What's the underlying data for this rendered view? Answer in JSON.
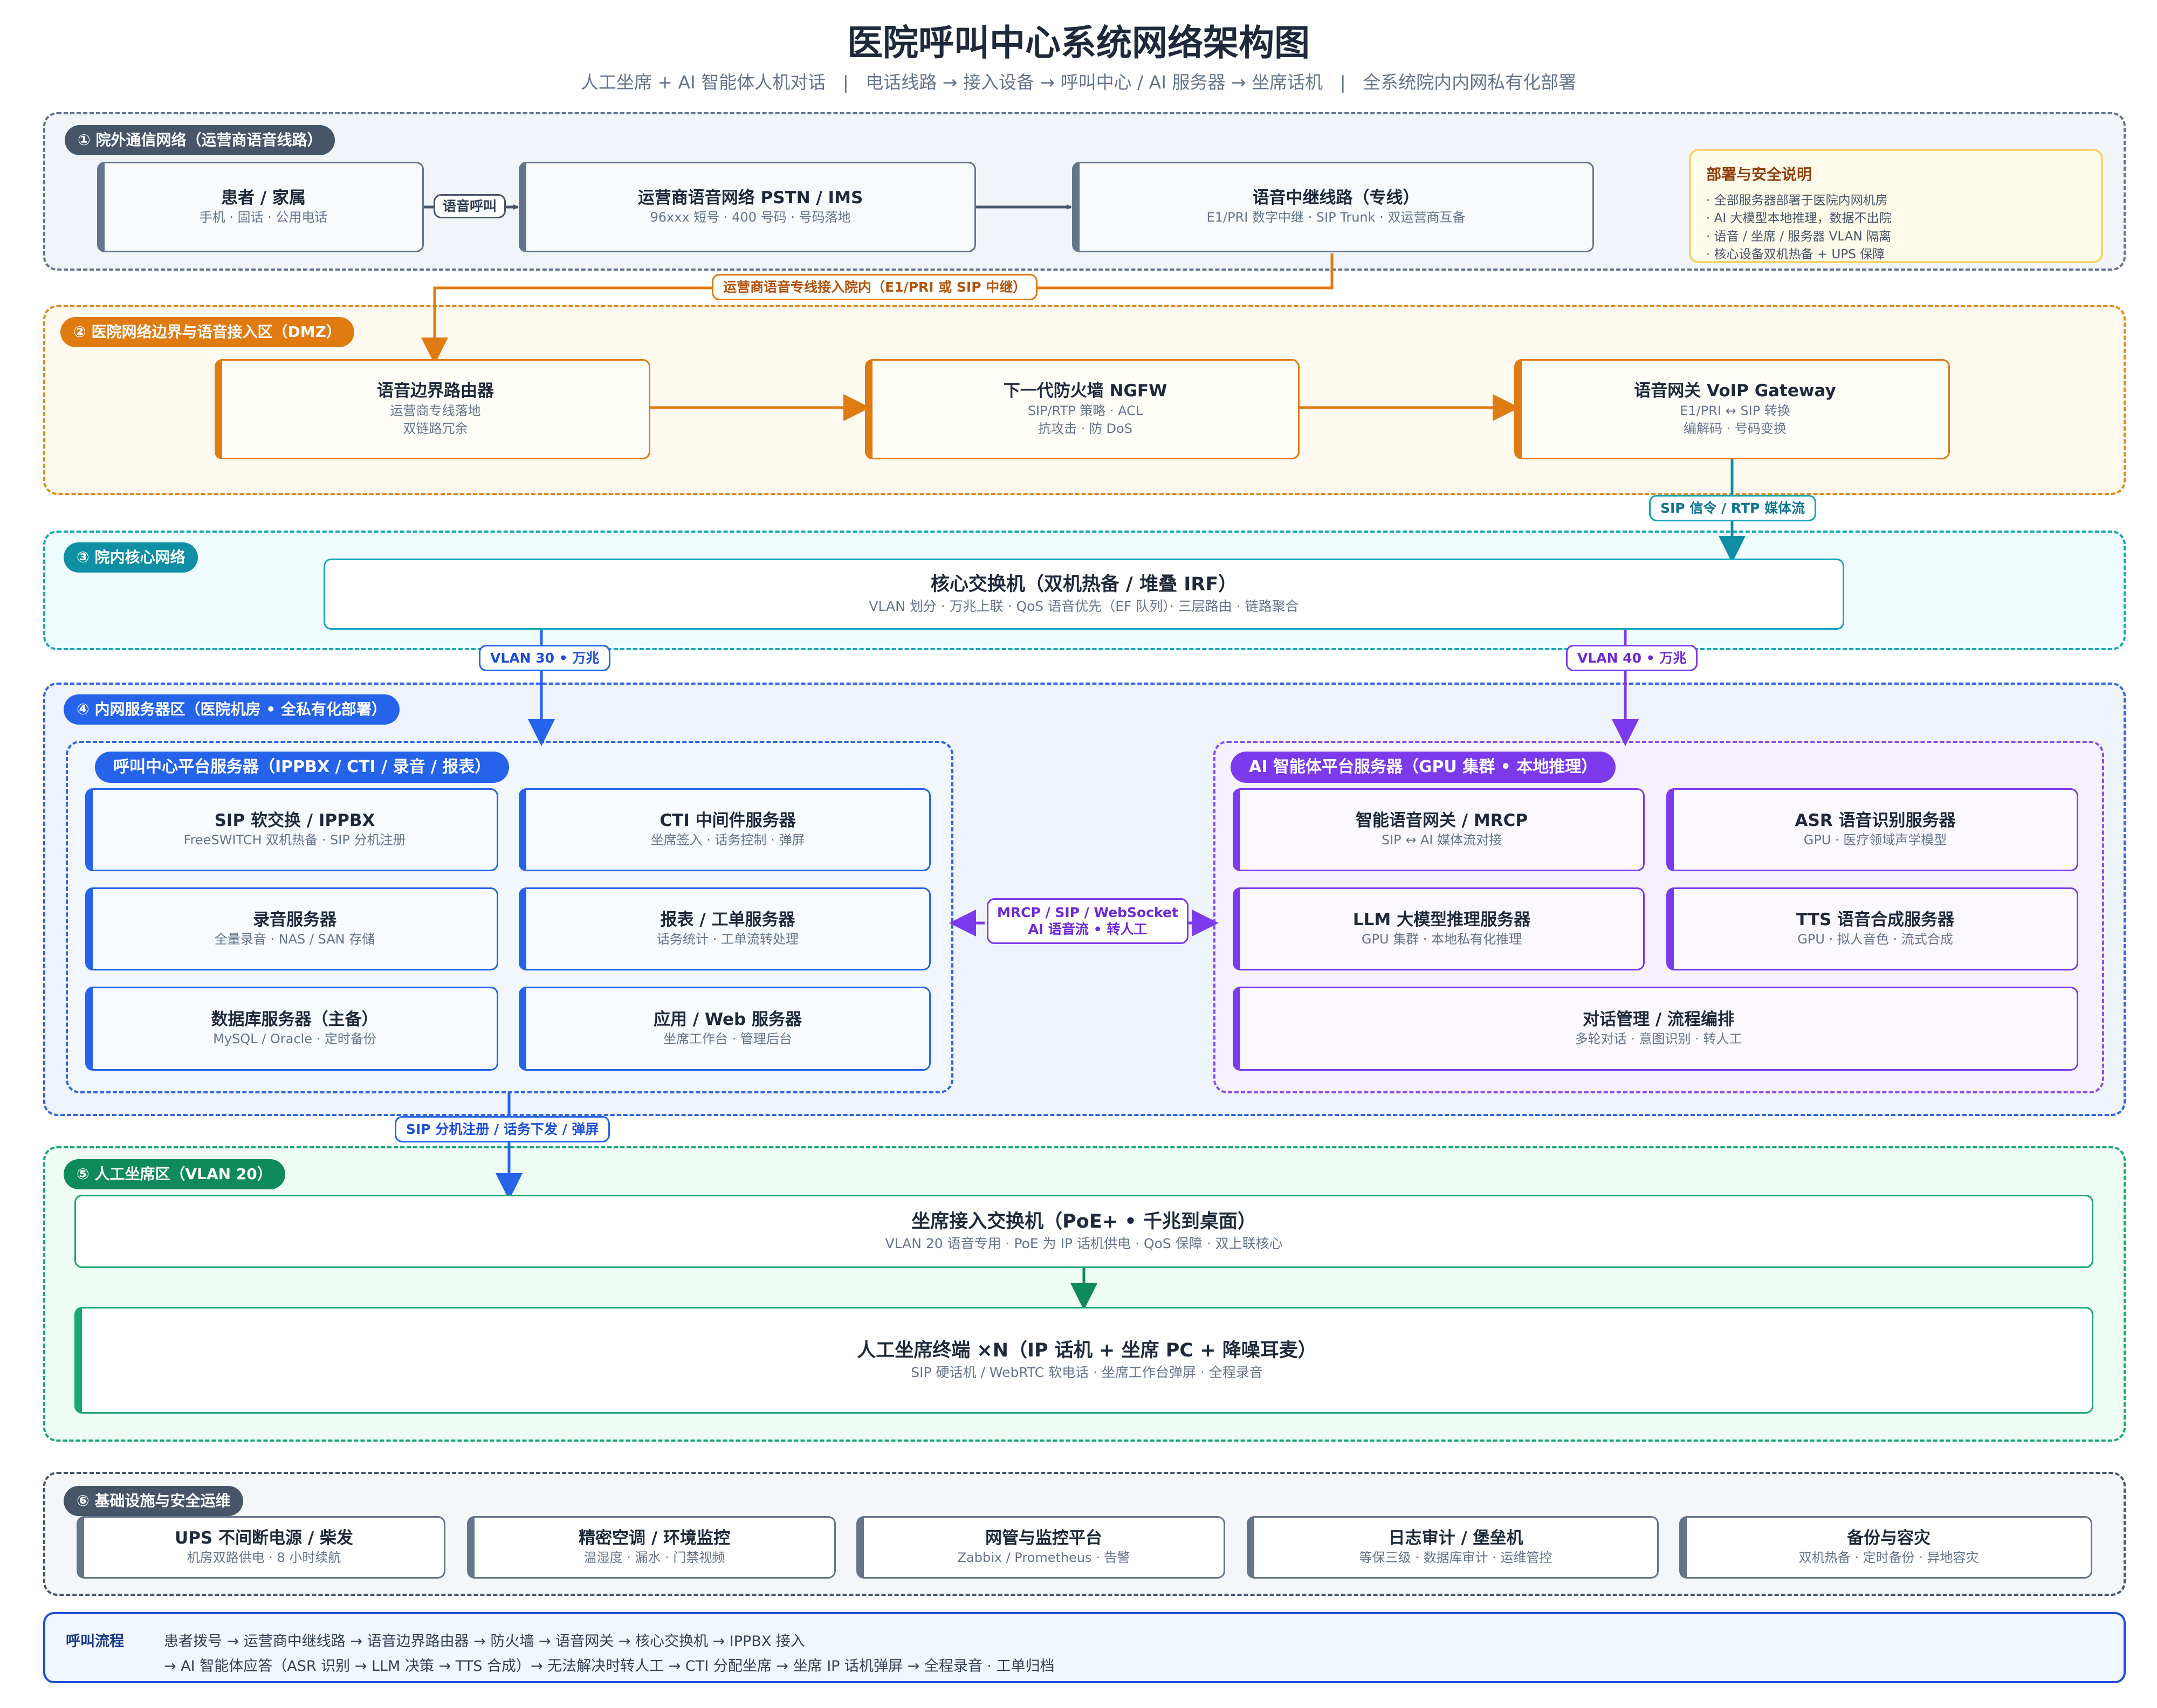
{
  "header": {
    "title": "医院呼叫中心系统网络架构图",
    "subtitle": "人工坐席 + AI 智能体人机对话   |   电话线路 → 接入设备 → 呼叫中心 / AI 服务器 → 坐席话机   |   全系统院内内网私有化部署"
  },
  "zone1": {
    "tag": "① 院外通信网络（运营商语音线路）",
    "patient": {
      "title": "患者 / 家属",
      "sub": "手机 · 固话 · 公用电话"
    },
    "voice_call": "语音呼叫",
    "pstn": {
      "title": "运营商语音网络 PSTN / IMS",
      "sub": "96xxx 短号 · 400 号码 · 号码落地"
    },
    "trunk": {
      "title": "语音中继线路（专线）",
      "sub": "E1/PRI 数字中继 · SIP Trunk · 双运营商互备"
    },
    "note": {
      "title": "部署与安全说明",
      "lines": [
        "· 全部服务器部署于医院内网机房",
        "· AI 大模型本地推理，数据不出院",
        "· 语音 / 坐席 / 服务器 VLAN 隔离",
        "· 核心设备双机热备 + UPS 保障"
      ]
    }
  },
  "link_trunk_in": "运营商语音专线接入院内（E1/PRI 或 SIP 中继）",
  "zone2": {
    "tag": "② 医院网络边界与语音接入区（DMZ）",
    "router": {
      "title": "语音边界路由器",
      "sub1": "运营商专线落地",
      "sub2": "双链路冗余"
    },
    "firewall": {
      "title": "下一代防火墙 NGFW",
      "sub1": "SIP/RTP 策略 · ACL",
      "sub2": "抗攻击 · 防 DoS"
    },
    "gateway": {
      "title": "语音网关 VoIP Gateway",
      "sub1": "E1/PRI ↔ SIP 转换",
      "sub2": "编解码 · 号码变换"
    }
  },
  "link_sip_rtp": "SIP 信令 / RTP 媒体流",
  "zone3": {
    "tag": "③ 院内核心网络",
    "core": {
      "title": "核心交换机（双机热备 / 堆叠 IRF）",
      "sub": "VLAN 划分 · 万兆上联 · QoS 语音优先（EF 队列）· 三层路由 · 链路聚合"
    }
  },
  "link_vlan30": "VLAN 30 • 万兆",
  "link_vlan40": "VLAN 40 • 万兆",
  "zone4": {
    "tag": "④ 内网服务器区（医院机房 • 全私有化部署）",
    "cc_tag": "呼叫中心平台服务器（IPPBX / CTI / 录音 / 报表）",
    "ai_tag": "AI 智能体平台服务器（GPU 集群 • 本地推理）",
    "cc": [
      {
        "title": "SIP 软交换 / IPPBX",
        "sub": "FreeSWITCH 双机热备 · SIP 分机注册"
      },
      {
        "title": "CTI 中间件服务器",
        "sub": "坐席签入 · 话务控制 · 弹屏"
      },
      {
        "title": "录音服务器",
        "sub": "全量录音 · NAS / SAN 存储"
      },
      {
        "title": "报表 / 工单服务器",
        "sub": "话务统计 · 工单流转处理"
      },
      {
        "title": "数据库服务器（主备）",
        "sub": "MySQL / Oracle · 定时备份"
      },
      {
        "title": "应用 / Web 服务器",
        "sub": "坐席工作台 · 管理后台"
      }
    ],
    "ai": [
      {
        "title": "智能语音网关 / MRCP",
        "sub": "SIP ↔ AI 媒体流对接"
      },
      {
        "title": "ASR 语音识别服务器",
        "sub": "GPU · 医疗领域声学模型"
      },
      {
        "title": "LLM 大模型推理服务器",
        "sub": "GPU 集群 · 本地私有化推理"
      },
      {
        "title": "TTS 语音合成服务器",
        "sub": "GPU · 拟人音色 · 流式合成"
      },
      {
        "title": "对话管理 / 流程编排",
        "sub": "多轮对话 · 意图识别 · 转人工"
      }
    ],
    "link_mrcp_1": "MRCP / SIP / WebSocket",
    "link_mrcp_2": "AI 语音流 • 转人工"
  },
  "link_sip_reg": "SIP 分机注册 / 话务下发 / 弹屏",
  "zone5": {
    "tag": "⑤ 人工坐席区（VLAN 20）",
    "switch": {
      "title": "坐席接入交换机（PoE+ • 千兆到桌面）",
      "sub": "VLAN 20 语音专用 · PoE 为 IP 话机供电 · QoS 保障 · 双上联核心"
    },
    "terminal": {
      "title": "人工坐席终端 ×N（IP 话机 + 坐席 PC + 降噪耳麦）",
      "sub": "SIP 硬话机 / WebRTC 软电话 · 坐席工作台弹屏 · 全程录音"
    }
  },
  "zone6": {
    "tag": "⑥ 基础设施与安全运维",
    "items": [
      {
        "title": "UPS 不间断电源 / 柴发",
        "sub": "机房双路供电 · 8 小时续航"
      },
      {
        "title": "精密空调 / 环境监控",
        "sub": "温湿度 · 漏水 · 门禁视频"
      },
      {
        "title": "网管与监控平台",
        "sub": "Zabbix / Prometheus · 告警"
      },
      {
        "title": "日志审计 / 堡垒机",
        "sub": "等保三级 · 数据库审计 · 运维管控"
      },
      {
        "title": "备份与容灾",
        "sub": "双机热备 · 定时备份 · 异地容灾"
      }
    ]
  },
  "flow": {
    "label": "呼叫流程",
    "line1": "患者拨号 → 运营商中继线路 → 语音边界路由器 → 防火墙 → 语音网关 → 核心交换机 → IPPBX 接入",
    "line2": "→ AI 智能体应答（ASR 识别 → LLM 决策 → TTS 合成）→ 无法解决时转人工 → CTI 分配坐席 → 坐席 IP 话机弹屏 → 全程录音 · 工单归档"
  },
  "colors": {
    "zone1": "#475569",
    "zone2": "#e07b12",
    "zone3": "#0ea5b7",
    "zone4": "#2563eb",
    "cc": "#2563eb",
    "ai": "#7c3aed",
    "zone5": "#10a06a",
    "zone6": "#475569",
    "flow": "#1d4ed8"
  }
}
